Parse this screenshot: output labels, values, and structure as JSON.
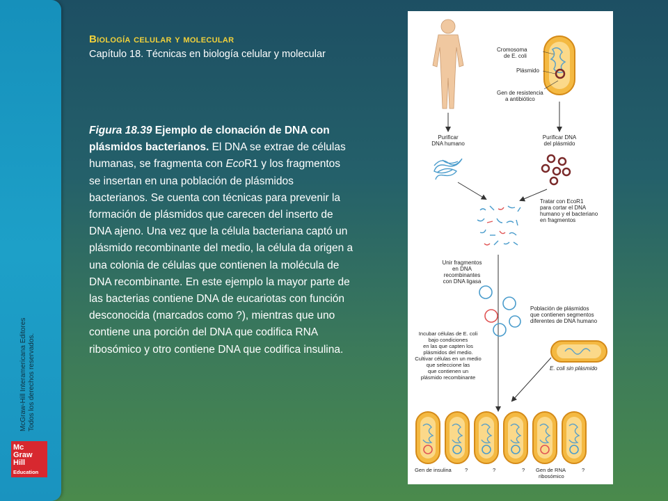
{
  "header": {
    "title": "Biología celular y molecular",
    "subtitle": "Capítulo 18. Técnicas en biología celular y molecular"
  },
  "sidebar": {
    "copyright_line1": "McGraw-Hill Interamericana Editores",
    "copyright_line2": "Todos los derechos reservados.",
    "logo": [
      "Mc",
      "Graw",
      "Hill",
      "Education"
    ]
  },
  "caption": {
    "fig_label": "Figura 18.39",
    "title": "Ejemplo de clonación de DNA con plásmidos bacterianos.",
    "body_pre": " El DNA se extrae de células humanas, se fragmenta con ",
    "enzyme_italic": "Eco",
    "enzyme_rest": "R1",
    "body_post": " y los fragmentos se insertan en una población de plásmidos bacterianos. Se cuenta con técnicas para prevenir la formación de plásmidos que carecen del inserto de DNA ajeno. Una vez que la célula bacteriana captó un plásmido recombinante del medio, la célula da origen a una colonia de células que contienen la molécula de DNA recombinante. En este ejemplo la mayor parte de las bacterias contiene DNA de eucariotas con función desconocida (marcados como ?), mientras que uno contiene una porción del DNA que codifica RNA ribosómico y otro contiene DNA que codifica insulina."
  },
  "figure": {
    "label_chromosome": [
      "Cromosoma",
      "de E. coli"
    ],
    "label_plasmid": "Plásmido",
    "label_resistance": [
      "Gen de resistencia",
      "a antibiótico"
    ],
    "label_purify_human": [
      "Purificar",
      "DNA humano"
    ],
    "label_purify_plasmid": [
      "Purificar DNA",
      "del plásmido"
    ],
    "label_ecor1": [
      "Tratar con EcoR1",
      "para cortar el DNA",
      "humano y el bacteriano",
      "en fragmentos"
    ],
    "label_join": [
      "Unir fragmentos",
      "en DNA",
      "recombinantes",
      "con DNA ligasa"
    ],
    "label_population": [
      "Población de plásmidos",
      "que contienen segmentos",
      "diferentes de DNA humano"
    ],
    "label_incubate": [
      "Incubar células de E. coli",
      "bajo condiciones",
      "en las que capten los",
      "plásmidos del medio.",
      "Cultivar células en un medio",
      "que seleccione las",
      "que contienen un",
      "plásmido recombinante"
    ],
    "label_ecoli_no_plasmid": "E. coli sin plásmido",
    "bottom_labels": [
      "Gen de insulina",
      "?",
      "?",
      "?",
      "Gen de RNA",
      "ribosómico",
      "?"
    ]
  },
  "colors": {
    "accent_title": "#f2d13a",
    "sidebar": "#1da0c8",
    "logo": "#d7282f"
  }
}
